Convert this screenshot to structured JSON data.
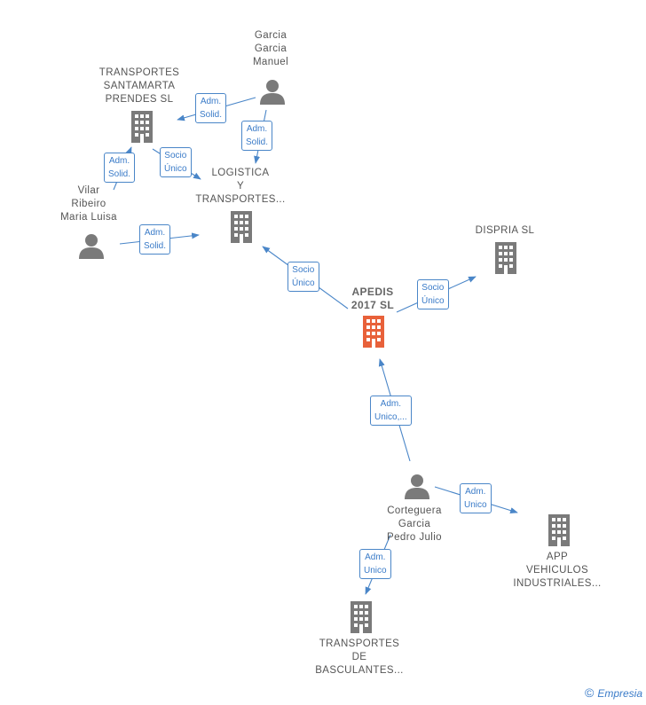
{
  "nodes": {
    "garcia_garcia_manuel": {
      "lines": [
        "Garcia",
        "Garcia",
        "Manuel"
      ]
    },
    "transportes_santamarta": {
      "lines": [
        "TRANSPORTES",
        "SANTAMARTA",
        "PRENDES SL"
      ]
    },
    "vilar_ribeiro": {
      "lines": [
        "Vilar",
        "Ribeiro",
        "Maria Luisa"
      ]
    },
    "logistica": {
      "lines": [
        "LOGISTICA",
        "Y",
        "TRANSPORTES..."
      ]
    },
    "dispria": {
      "lines": [
        "DISPRIA  SL"
      ]
    },
    "apedis": {
      "lines": [
        "APEDIS",
        "2017  SL"
      ]
    },
    "corteguera": {
      "lines": [
        "Corteguera",
        "Garcia",
        "Pedro Julio"
      ]
    },
    "app_vehiculos": {
      "lines": [
        "APP",
        "VEHICULOS",
        "INDUSTRIALES..."
      ]
    },
    "transportes_basculantes": {
      "lines": [
        "TRANSPORTES",
        "DE",
        "BASCULANTES..."
      ]
    }
  },
  "edges": {
    "garcia_to_santamarta": {
      "lines": [
        "Adm.",
        "Solid."
      ]
    },
    "garcia_to_logistica": {
      "lines": [
        "Adm.",
        "Solid."
      ]
    },
    "vilar_to_santamarta": {
      "lines": [
        "Adm.",
        "Solid."
      ]
    },
    "santamarta_to_logistica": {
      "lines": [
        "Socio",
        "Único"
      ]
    },
    "vilar_to_logistica": {
      "lines": [
        "Adm.",
        "Solid."
      ]
    },
    "apedis_to_logistica": {
      "lines": [
        "Socio",
        "Único"
      ]
    },
    "apedis_to_dispria": {
      "lines": [
        "Socio",
        "Único"
      ]
    },
    "corteguera_to_apedis": {
      "lines": [
        "Adm.",
        "Unico,..."
      ]
    },
    "corteguera_to_app": {
      "lines": [
        "Adm.",
        "Unico"
      ]
    },
    "corteguera_to_basculantes": {
      "lines": [
        "Adm.",
        "Unico"
      ]
    }
  },
  "colors": {
    "edge": "#4a86c8",
    "building": "#7a7a7a",
    "building_main": "#e8613a",
    "person": "#7a7a7a"
  },
  "footer": {
    "copyright": "©",
    "brand": "Empresia"
  }
}
